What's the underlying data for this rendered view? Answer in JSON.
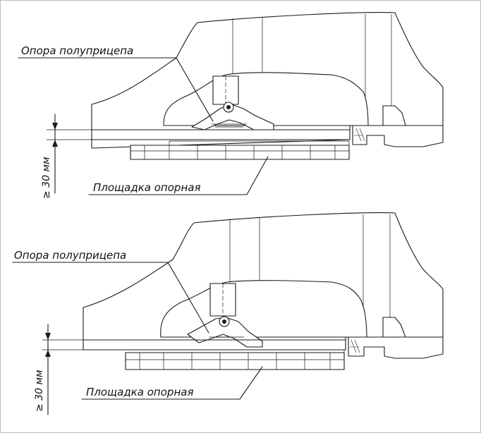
{
  "figures": [
    {
      "support_label": "Опора полуприцепа",
      "platform_label": "Площадка опорная",
      "clearance_label": "≥ 30 мм"
    },
    {
      "support_label": "Опора полуприцепа",
      "platform_label": "Площадка опорная",
      "clearance_label": "≥ 30 мм"
    }
  ],
  "colors": {
    "line": "#1a1a1a",
    "background": "#ffffff",
    "border": "#bdbdbd"
  }
}
